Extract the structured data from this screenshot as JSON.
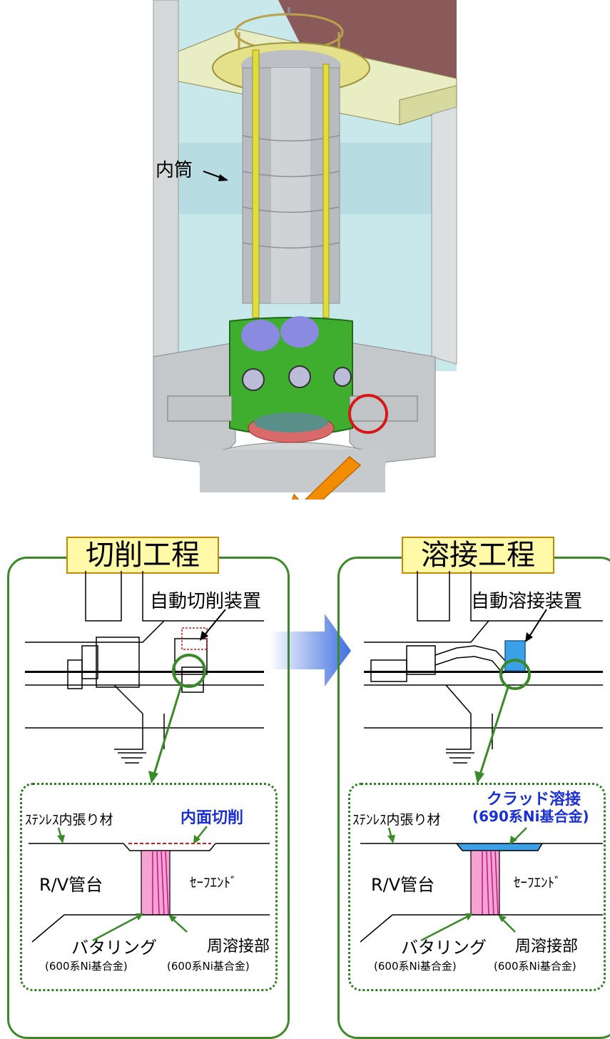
{
  "top_figure": {
    "inner_cylinder_label": "内筒"
  },
  "cutting_panel": {
    "title": "切削工程",
    "device_label": "自動切削装置",
    "detail": {
      "liner_label": "ｽﾃﾝﾚｽ内張り材",
      "process_label": "内面切削",
      "nozzle_label": "R/V管台",
      "safe_end_label": "ｾｰﾌｴﾝﾄﾞ",
      "buttering_label": "バタリング",
      "buttering_material": "(600系Ni基合金)",
      "weld_label": "周溶接部",
      "weld_material": "(600系Ni基合金)"
    }
  },
  "welding_panel": {
    "title": "溶接工程",
    "device_label": "自動溶接装置",
    "detail": {
      "liner_label": "ｽﾃﾝﾚｽ内張り材",
      "process_label_line1": "クラッド溶接",
      "process_label_line2": "(690系Ni基合金)",
      "nozzle_label": "R/V管台",
      "safe_end_label": "ｾｰﾌｴﾝﾄﾞ",
      "buttering_label": "バタリング",
      "buttering_material": "(600系Ni基合金)",
      "weld_label": "周溶接部",
      "weld_material": "(600系Ni基合金)"
    }
  },
  "colors": {
    "panel_border": "#3a8a2a",
    "title_fill": "#fff9a8",
    "highlight_text": "#1a2fd6",
    "orange_arrow": "#f28c00",
    "blue_arrow": "#3f6fe0",
    "pink_weld": "#f5a3d0",
    "cladding_blue": "#3aa0e8"
  }
}
